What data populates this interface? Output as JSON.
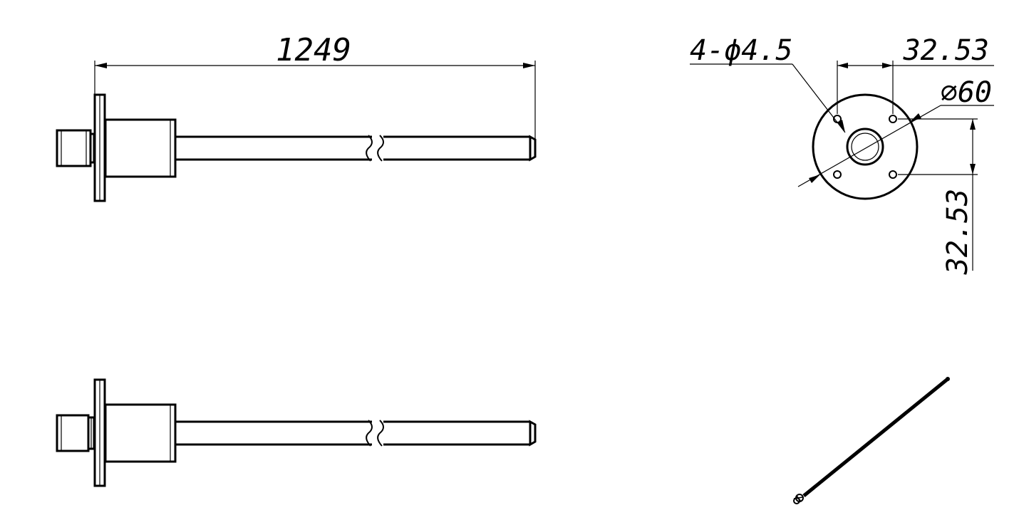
{
  "dimensions": {
    "overall_length": "1249",
    "hole_callout": "4-ϕ4.5",
    "hole_spacing_horizontal": "32.53",
    "flange_diameter": "∅60",
    "hole_spacing_vertical": "32.53"
  },
  "colors": {
    "line": "#000000",
    "background": "#ffffff"
  }
}
